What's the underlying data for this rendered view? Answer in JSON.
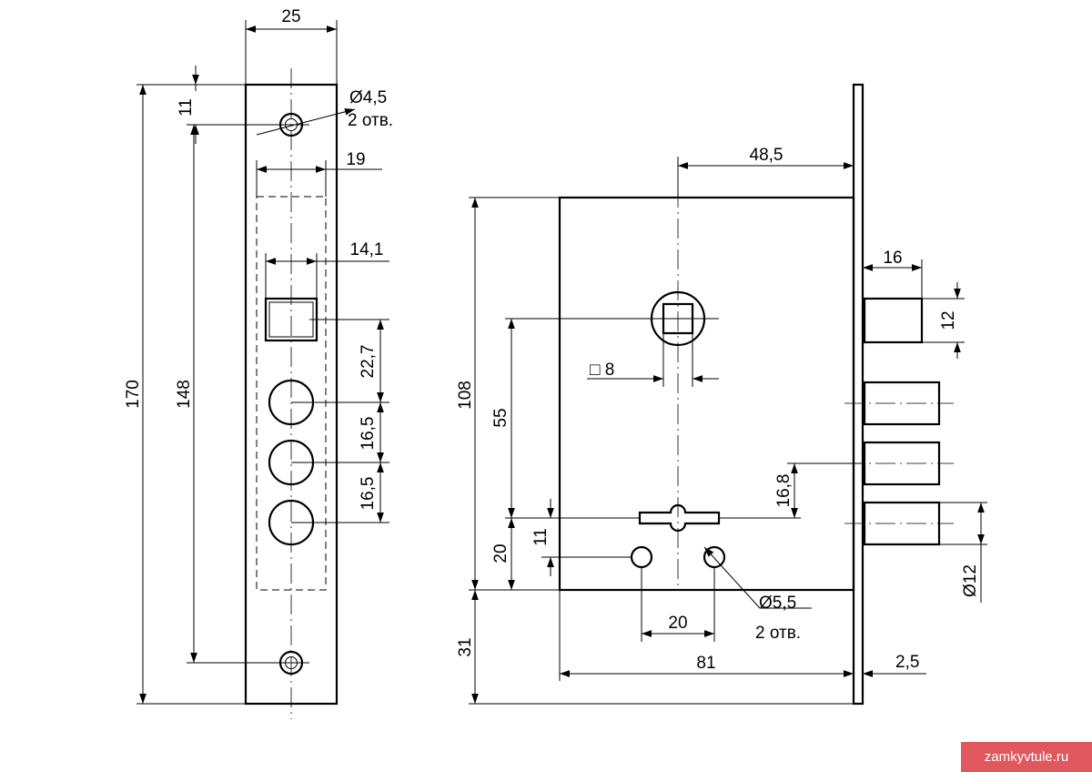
{
  "front_view": {
    "width": "25",
    "hole_diameter": "Ø4,5",
    "hole_count": "2 отв.",
    "top_offset": "11",
    "cutout_width": "19",
    "inner_width": "14,1",
    "total_height": "170",
    "hole_spacing": "148",
    "latch_to_bolt": "22,7",
    "bolt_spacing_1": "16,5",
    "bolt_spacing_2": "16,5"
  },
  "side_view": {
    "backset": "48,5",
    "body_height": "108",
    "spindle_square": "□ 8",
    "spindle_offset": "55",
    "latch_width": "16",
    "latch_height": "12",
    "bolt_spacing": "16,8",
    "bolt_diameter": "Ø12",
    "keyhole_offset": "11",
    "keyhole_to_bottom": "20",
    "screw_spacing": "20",
    "screw_diameter": "Ø5,5",
    "screw_count": "2 отв.",
    "body_width": "81",
    "faceplate_thickness": "2,5",
    "faceplate_extension": "31"
  },
  "watermark": "zamkyvtule.ru"
}
